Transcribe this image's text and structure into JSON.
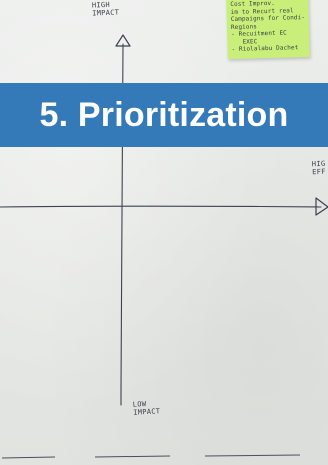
{
  "title": "5. Prioritization",
  "axis_labels": {
    "high_impact": "HIGH\nIMPACT",
    "low_impact": "LOW\nIMPACT",
    "high_effort": "HIG\nEFF"
  },
  "sticky_note": {
    "text": "Cost Improv.\nim to Recurt real\nCampaigns for Condi-\nRegions\n- Recuitment EC\n   EXEC\n- Riolalabu Dachet"
  },
  "colors": {
    "banner": "#3479b8",
    "banner_text": "#ffffff",
    "sticky_note": "#c9ef7a",
    "ink": "#3a3f4a"
  }
}
